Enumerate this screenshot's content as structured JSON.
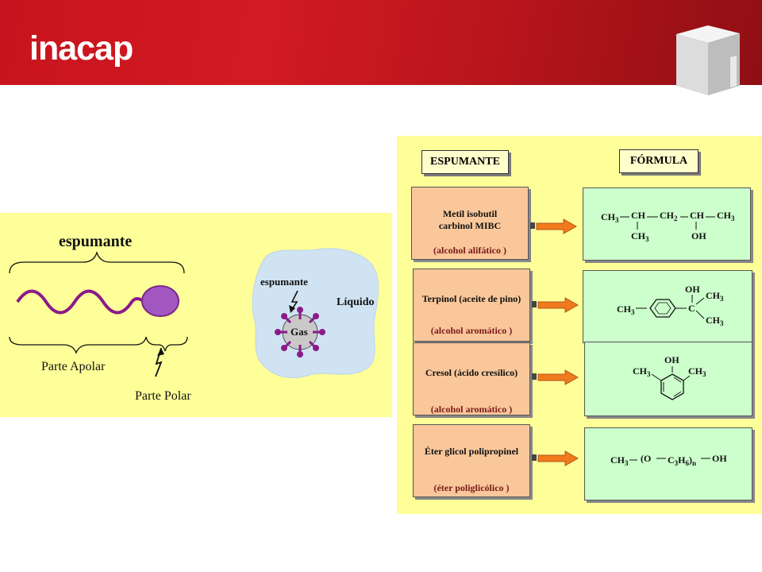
{
  "header": {
    "logo": "inacap"
  },
  "left_diagram": {
    "title": "espumante",
    "apolar": "Parte Apolar",
    "polar": "Parte Polar",
    "bubble_label": "espumante",
    "gas": "Gas",
    "liquid": "Líquido"
  },
  "table": {
    "col_left": "ESPUMANTE",
    "col_right": "FÓRMULA",
    "rows": [
      {
        "name": "Metil isobutil carbinol MIBC",
        "type": "(alcohol alifático )"
      },
      {
        "name": "Terpinol (aceite de pino)",
        "type": "(alcohol aromático )"
      },
      {
        "name": "Cresol (ácido cresílico)",
        "type": "(alcohol aromático )"
      },
      {
        "name": "Éter glicol polipropinel",
        "type": "(éter poliglicólico )"
      }
    ]
  },
  "colors": {
    "brand_red": "#c8141e",
    "panel_yellow": "#ffff99",
    "box_orange": "#f9c79a",
    "box_green": "#ccffcc",
    "arrow": "#f07a1c",
    "molecule": "#8a1a8a"
  }
}
